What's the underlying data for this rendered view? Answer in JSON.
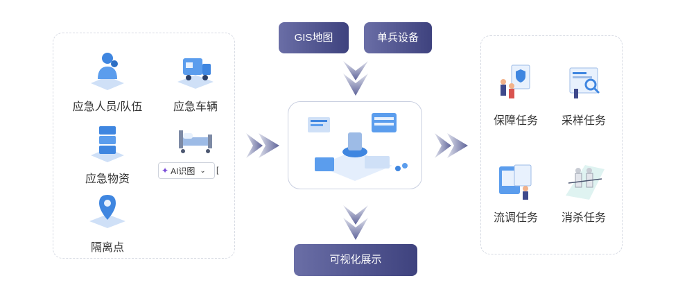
{
  "left_panel": {
    "items": [
      {
        "label": "应急人员/队伍"
      },
      {
        "label": "应急车辆"
      },
      {
        "label": "应急物资"
      },
      {
        "label": "隔离点"
      }
    ],
    "ai_chip": {
      "label": "AI识图",
      "tail": "["
    }
  },
  "top_buttons": {
    "gis": "GIS地图",
    "soldier": "单兵设备"
  },
  "bottom_button": "可视化展示",
  "right_panel": {
    "items": [
      {
        "label": "保障任务"
      },
      {
        "label": "采样任务"
      },
      {
        "label": "流调任务"
      },
      {
        "label": "消杀任务"
      }
    ]
  },
  "colors": {
    "accent_dark": "#3e427e",
    "accent_light": "#6a6ea6",
    "icon_blue": "#3f86e0",
    "border": "#d5d9e2"
  }
}
